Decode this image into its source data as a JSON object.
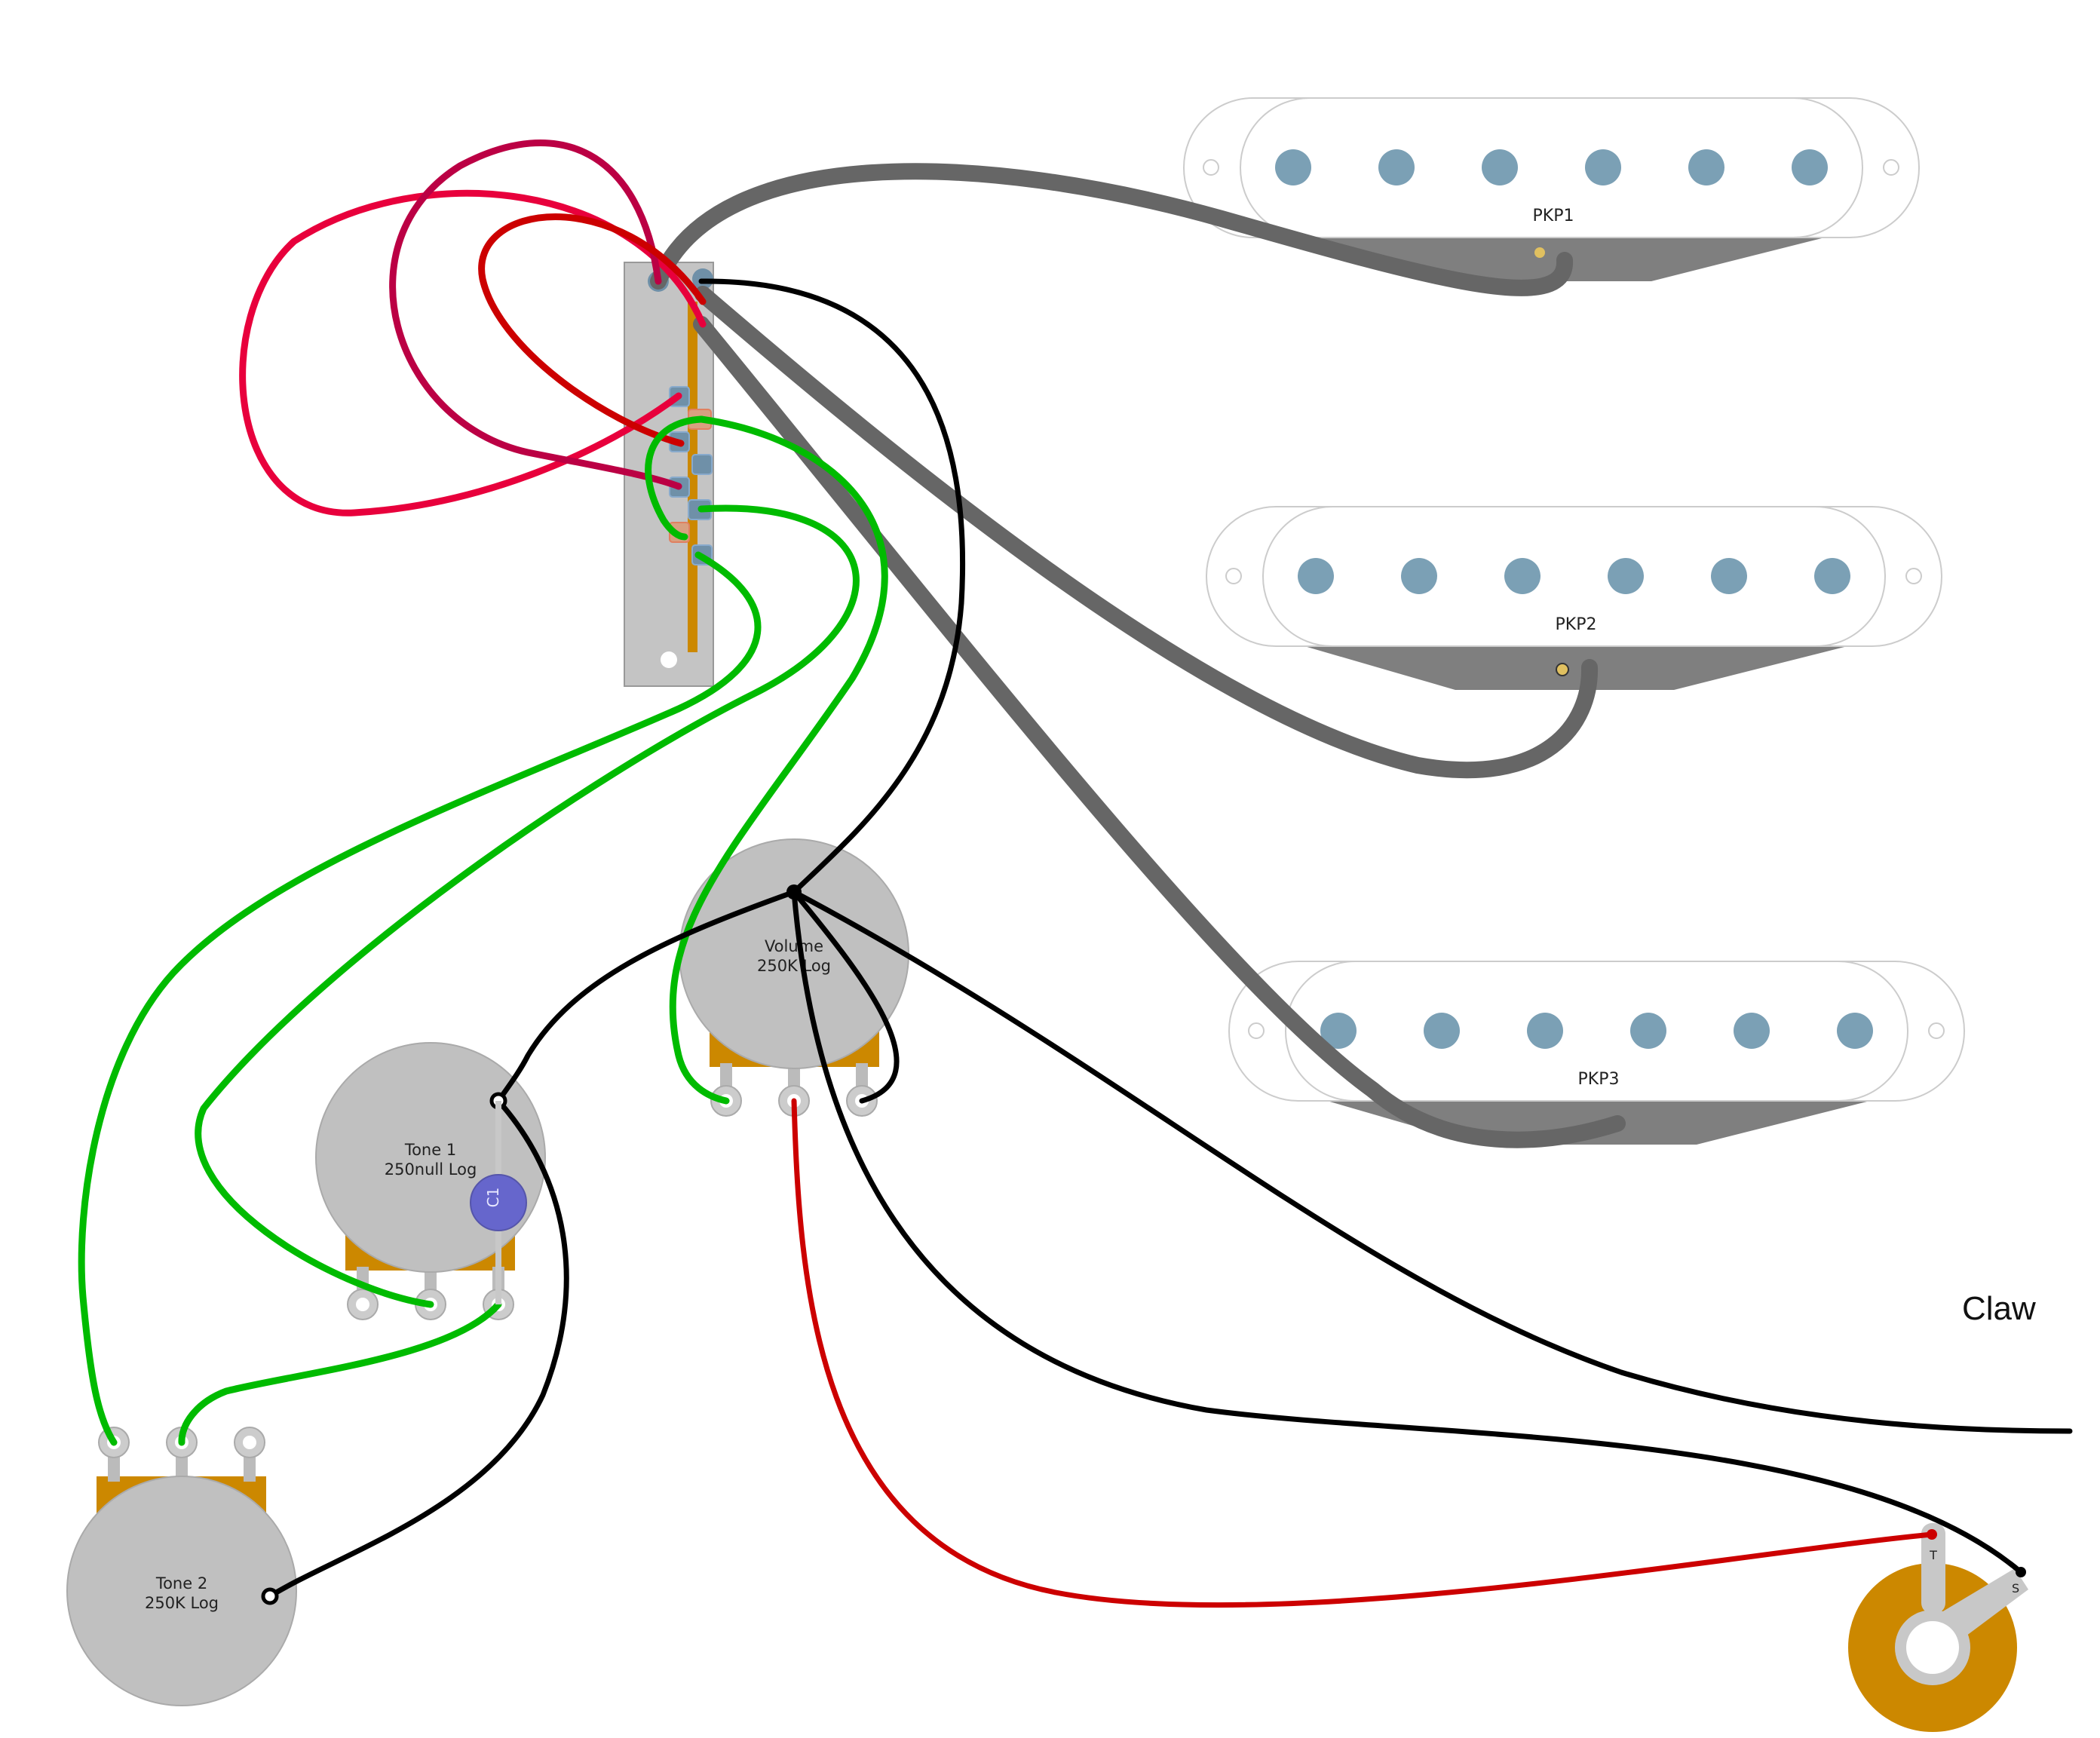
{
  "pickups": [
    {
      "label": "PKP1"
    },
    {
      "label": "PKP2"
    },
    {
      "label": "PKP3"
    }
  ],
  "pots": {
    "volume": {
      "name": "Volume",
      "value": "250K Log"
    },
    "tone1": {
      "name": "Tone 1",
      "value": "250null Log"
    },
    "tone2": {
      "name": "Tone 2",
      "value": "250K Log"
    }
  },
  "capacitor": {
    "label": "C1"
  },
  "ground": {
    "label": "Claw"
  },
  "jack": {
    "tip_label": "T",
    "sleeve_label": "S"
  },
  "wire_colors": {
    "signal_green": "#00bb00",
    "hot_red": "#cc0000",
    "pink_red": "#e8003c",
    "dark_red": "#bb0044",
    "ground_black": "#000000",
    "pickup_cable": "#666666"
  },
  "part_colors": {
    "pot_body": "#c0c0c0",
    "bracket": "#cc8800",
    "pole_piece": "#7ba0b5",
    "capacitor": "#6666cc"
  }
}
